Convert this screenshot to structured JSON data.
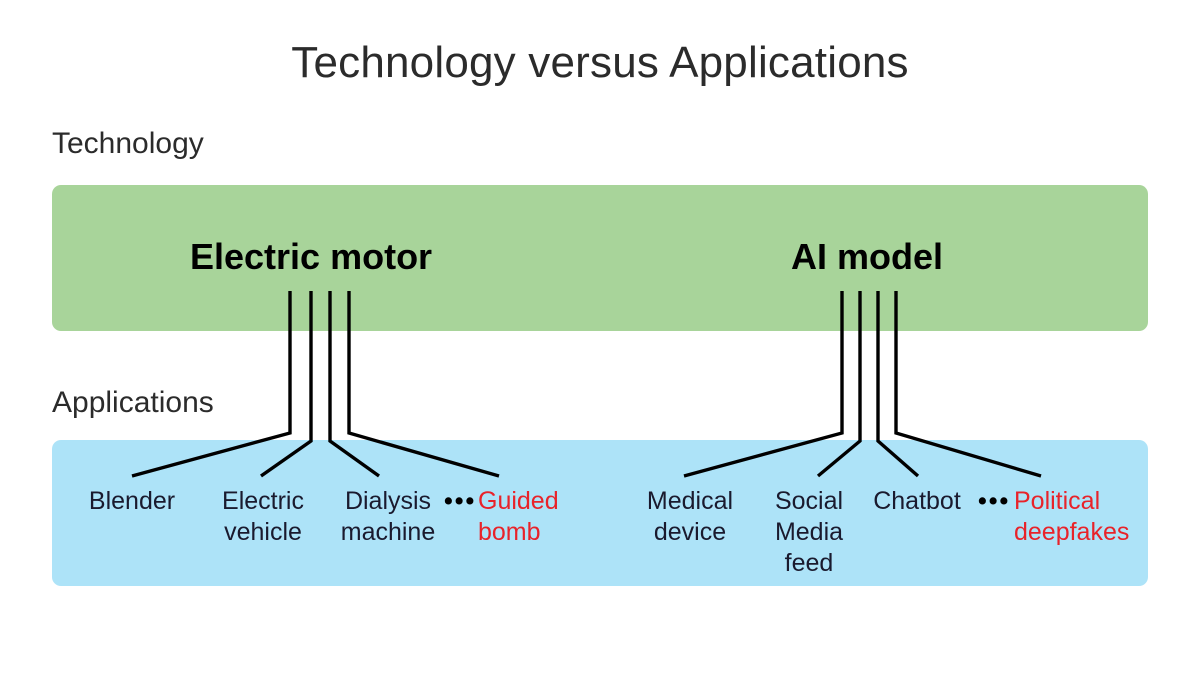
{
  "title": "Technology versus Applications",
  "colors": {
    "technology_band": "#a8d49a",
    "applications_band": "#ade3f8",
    "danger_text": "#e8232a",
    "normal_text": "#1a1a2e",
    "connector_line": "#000000",
    "background": "#ffffff"
  },
  "sections": {
    "technology_caption": "Technology",
    "applications_caption": "Applications"
  },
  "technology_nodes": [
    {
      "label": "Electric motor"
    },
    {
      "label": "AI model"
    }
  ],
  "ellipsis": {
    "left": "•••",
    "right": "•••"
  },
  "application_groups": [
    {
      "parent": "Electric motor",
      "items": [
        {
          "label": "Blender",
          "danger": false
        },
        {
          "label": "Electric\nvehicle",
          "danger": false
        },
        {
          "label": "Dialysis\nmachine",
          "danger": false
        },
        {
          "label": "Guided\nbomb",
          "danger": true
        }
      ]
    },
    {
      "parent": "AI model",
      "items": [
        {
          "label": "Medical\ndevice",
          "danger": false
        },
        {
          "label": "Social\nMedia\nfeed",
          "danger": false
        },
        {
          "label": "Chatbot",
          "danger": false
        },
        {
          "label": "Political\ndeepfakes",
          "danger": true
        }
      ]
    }
  ],
  "chart_data": {
    "type": "diagram",
    "title": "Technology versus Applications",
    "layers": [
      {
        "name": "Technology",
        "band_color": "#a8d49a",
        "nodes": [
          "Electric motor",
          "AI model"
        ]
      },
      {
        "name": "Applications",
        "band_color": "#ade3f8",
        "nodes": [
          "Blender",
          "Electric vehicle",
          "Dialysis machine",
          "Guided bomb",
          "Medical device",
          "Social Media feed",
          "Chatbot",
          "Political deepfakes"
        ]
      }
    ],
    "edges": [
      {
        "from": "Electric motor",
        "to": "Blender"
      },
      {
        "from": "Electric motor",
        "to": "Electric vehicle"
      },
      {
        "from": "Electric motor",
        "to": "Dialysis machine"
      },
      {
        "from": "Electric motor",
        "to": "Guided bomb"
      },
      {
        "from": "AI model",
        "to": "Medical device"
      },
      {
        "from": "AI model",
        "to": "Social Media feed"
      },
      {
        "from": "AI model",
        "to": "Chatbot"
      },
      {
        "from": "AI model",
        "to": "Political deepfakes"
      }
    ],
    "highlighted_nodes": [
      "Guided bomb",
      "Political deepfakes"
    ],
    "annotations": [
      "••• between Dialysis machine and Guided bomb",
      "••• between Chatbot and Political deepfakes"
    ]
  }
}
